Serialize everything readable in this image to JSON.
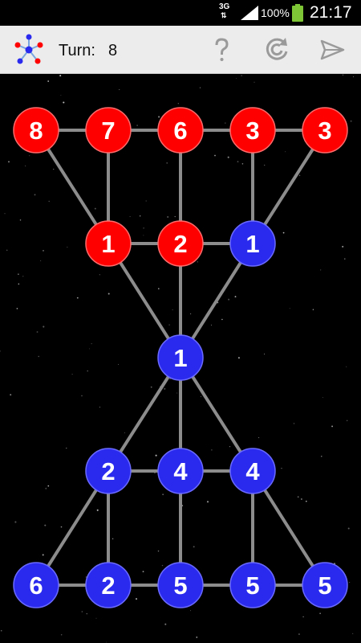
{
  "status_bar": {
    "network": "3G",
    "battery_percent": "100%",
    "time": "21:17"
  },
  "toolbar": {
    "turn_label": "Turn:",
    "turn_value": "8",
    "icons": [
      "app-logo-icon",
      "help-icon",
      "restart-icon",
      "send-icon"
    ]
  },
  "colors": {
    "red": "#ff0000",
    "blue": "#2a2aee",
    "edge": "#8c8c8c"
  },
  "board": {
    "nodes": [
      {
        "id": "r1",
        "owner": "red",
        "value": "8"
      },
      {
        "id": "r2",
        "owner": "red",
        "value": "7"
      },
      {
        "id": "r3",
        "owner": "red",
        "value": "6"
      },
      {
        "id": "r4",
        "owner": "red",
        "value": "3"
      },
      {
        "id": "r5",
        "owner": "red",
        "value": "3"
      },
      {
        "id": "m1",
        "owner": "red",
        "value": "1"
      },
      {
        "id": "m2",
        "owner": "red",
        "value": "2"
      },
      {
        "id": "m3",
        "owner": "blue",
        "value": "1"
      },
      {
        "id": "c",
        "owner": "blue",
        "value": "1"
      },
      {
        "id": "n1",
        "owner": "blue",
        "value": "2"
      },
      {
        "id": "n2",
        "owner": "blue",
        "value": "4"
      },
      {
        "id": "n3",
        "owner": "blue",
        "value": "4"
      },
      {
        "id": "b1",
        "owner": "blue",
        "value": "6"
      },
      {
        "id": "b2",
        "owner": "blue",
        "value": "2"
      },
      {
        "id": "b3",
        "owner": "blue",
        "value": "5"
      },
      {
        "id": "b4",
        "owner": "blue",
        "value": "5"
      },
      {
        "id": "b5",
        "owner": "blue",
        "value": "5"
      }
    ],
    "edges": [
      [
        "r1",
        "r2"
      ],
      [
        "r2",
        "r3"
      ],
      [
        "r3",
        "r4"
      ],
      [
        "r4",
        "r5"
      ],
      [
        "r1",
        "m1"
      ],
      [
        "r2",
        "m1"
      ],
      [
        "r3",
        "m2"
      ],
      [
        "r4",
        "m3"
      ],
      [
        "r5",
        "m3"
      ],
      [
        "m1",
        "m2"
      ],
      [
        "m2",
        "m3"
      ],
      [
        "m1",
        "c"
      ],
      [
        "m2",
        "c"
      ],
      [
        "m3",
        "c"
      ],
      [
        "c",
        "n1"
      ],
      [
        "c",
        "n2"
      ],
      [
        "c",
        "n3"
      ],
      [
        "n1",
        "n2"
      ],
      [
        "n2",
        "n3"
      ],
      [
        "n1",
        "b1"
      ],
      [
        "n1",
        "b2"
      ],
      [
        "n2",
        "b3"
      ],
      [
        "n3",
        "b4"
      ],
      [
        "n3",
        "b5"
      ],
      [
        "b1",
        "b2"
      ],
      [
        "b2",
        "b3"
      ],
      [
        "b3",
        "b4"
      ],
      [
        "b4",
        "b5"
      ]
    ]
  }
}
